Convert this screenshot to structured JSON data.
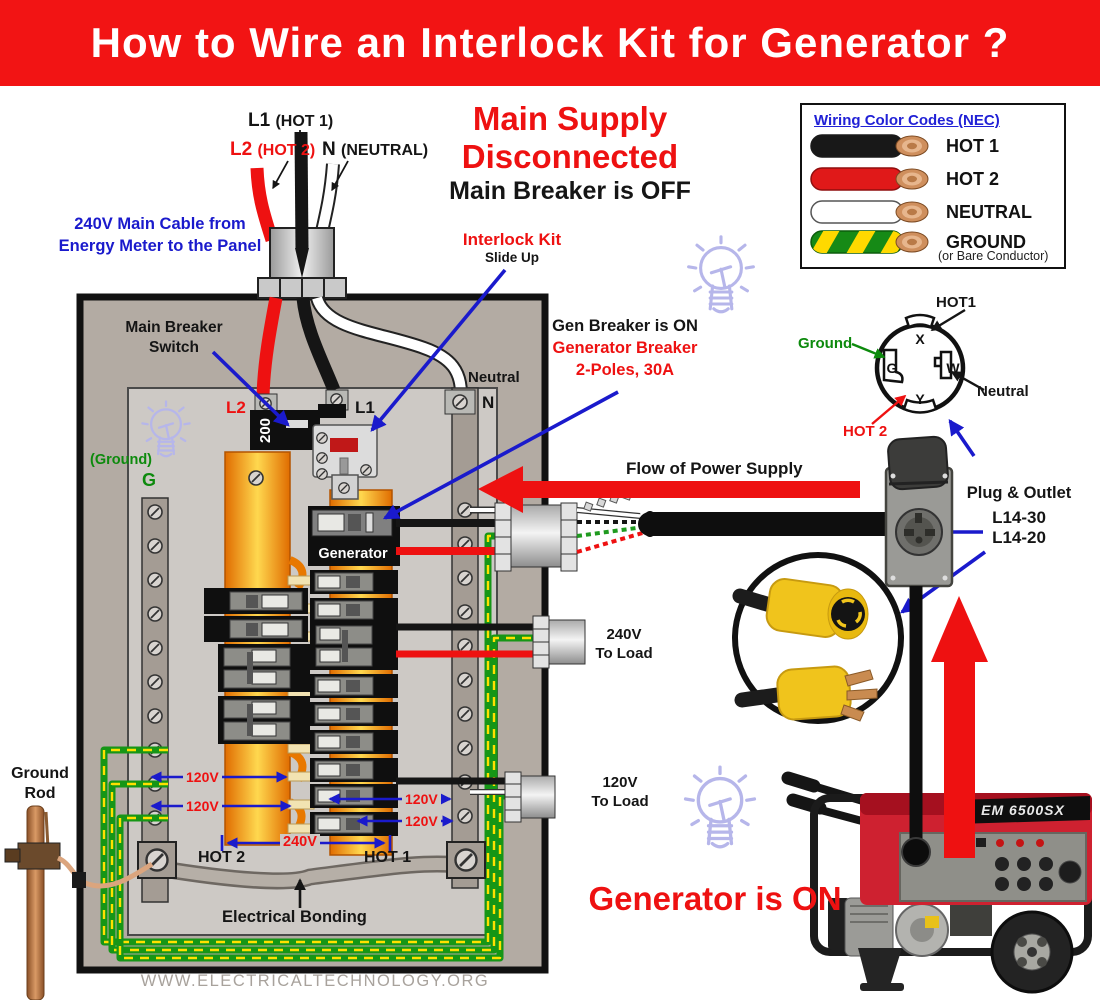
{
  "header": {
    "title": "How to Wire an Interlock Kit for Generator ?"
  },
  "colors": {
    "banner_red": "#f21414",
    "label_red": "#ee1111",
    "label_blue": "#1a1acc",
    "label_green": "#0d8a0d",
    "bus_orange": "#ff9900",
    "panel_gray": "#b3aba3"
  },
  "supply_labels": {
    "l1": "L1",
    "l1_sub": "(HOT 1)",
    "l2": "L2",
    "l2_sub": "(HOT 2)",
    "n": "N",
    "n_sub": "(NEUTRAL)"
  },
  "status_top": {
    "line1": "Main Supply",
    "line2": "Disconnected",
    "line3": "Main Breaker is OFF"
  },
  "cable_note": {
    "line1": "240V Main Cable from",
    "line2": "Energy Meter to the Panel"
  },
  "interlock_note": {
    "title": "Interlock Kit",
    "sub": "Slide Up"
  },
  "breaker_note": {
    "line1": "Main Breaker",
    "line2": "Switch"
  },
  "gen_note": {
    "line1": "Gen Breaker is ON",
    "line2": "Generator Breaker",
    "line3": "2-Poles, 30A"
  },
  "flow_label": "Flow of Power Supply",
  "plug_note": {
    "title": "Plug & Outlet",
    "model1": "L14-30",
    "model2": "L14-20"
  },
  "color_codes": {
    "title": "Wiring Color Codes (NEC)",
    "items": [
      {
        "label": "HOT 1",
        "color": "#181818"
      },
      {
        "label": "HOT 2",
        "color": "#e01919"
      },
      {
        "label": "NEUTRAL",
        "color": "#ffffff"
      },
      {
        "label": "GROUND",
        "sub": "(or Bare Conductor)",
        "color": "#168a16",
        "stripe": "#ffd900"
      }
    ]
  },
  "plug_diagram": {
    "hot1": "HOT1",
    "ground": "Ground",
    "neutral": "Neutral",
    "hot2": "HOT 2",
    "x": "X",
    "w": "W",
    "g": "G",
    "y": "Y"
  },
  "panel": {
    "l2": "L2",
    "l1": "L1",
    "neutral": "Neutral",
    "n": "N",
    "rating": "200",
    "ground": "(Ground)",
    "g": "G",
    "generator": "Generator",
    "v120": "120V",
    "v240": "240V",
    "hot2": "HOT 2",
    "hot1": "HOT 1",
    "bonding": "Electrical Bonding"
  },
  "loads": {
    "v240": "240V",
    "v240_sub": "To Load",
    "v120": "120V",
    "v120_sub": "To Load"
  },
  "ground_rod": {
    "line1": "Ground",
    "line2": "Rod"
  },
  "generator": {
    "model": "EM 6500SX",
    "status": "Generator is ON"
  },
  "footer": {
    "url": "WWW.ELECTRICALTECHNOLOGY.ORG"
  }
}
